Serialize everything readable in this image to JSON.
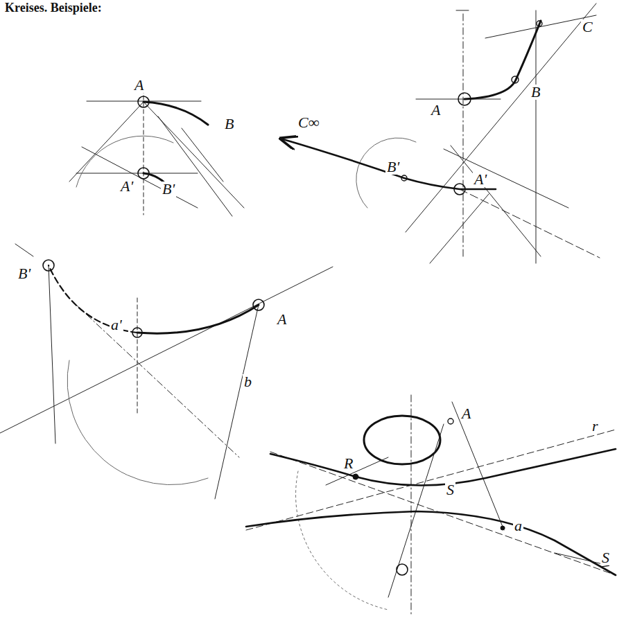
{
  "diagram": {
    "labels": [
      "Kreises. Beispiele:",
      "A",
      "B",
      "A'",
      "B'",
      "C",
      "B",
      "A",
      "C∞",
      "B'",
      "A'",
      "B'",
      "a'",
      "A",
      "b",
      "r",
      "A",
      "R",
      "S",
      "a",
      "S"
    ]
  }
}
